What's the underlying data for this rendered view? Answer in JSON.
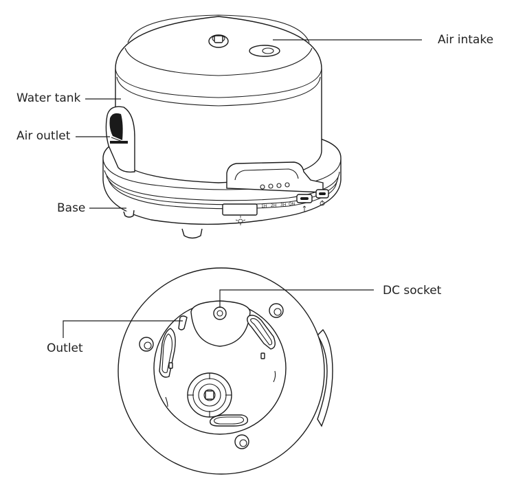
{
  "labels": {
    "air_intake": "Air intake",
    "water_tank": "Water tank",
    "air_outlet": "Air outlet",
    "base": "Base",
    "dc_socket": "DC socket",
    "outlet": "Outlet"
  },
  "control_panel": {
    "timer_1h": "1H",
    "timer_2h": "2H",
    "timer_3h": "3H",
    "timer_on": "ON"
  },
  "icons": [
    "light-bulb-icon",
    "mist-icon",
    "power-icon"
  ]
}
